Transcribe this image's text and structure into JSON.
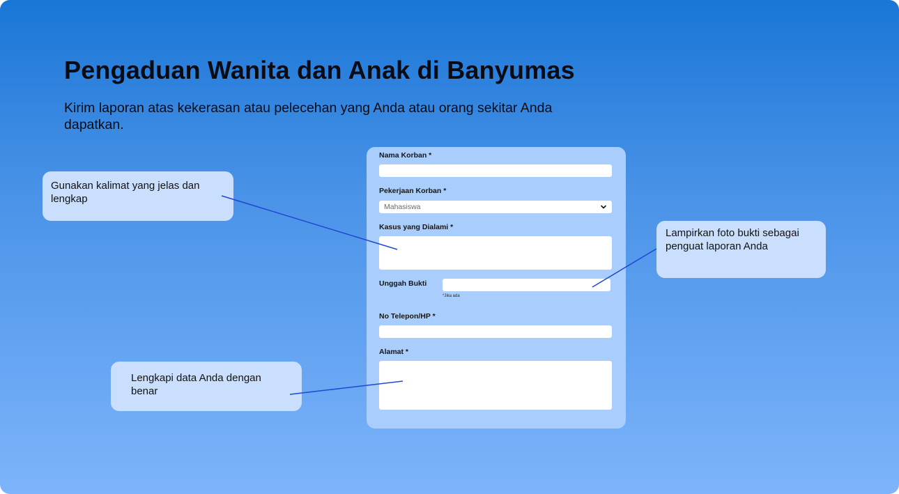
{
  "header": {
    "title": "Pengaduan Wanita dan Anak di Banyumas",
    "subtitle": "Kirim laporan atas kekerasan atau pelecehan yang Anda atau orang sekitar Anda dapatkan."
  },
  "form": {
    "nama_korban": {
      "label": "Nama Korban *",
      "value": ""
    },
    "pekerjaan_korban": {
      "label": "Pekerjaan Korban *",
      "selected": "Mahasiswa"
    },
    "kasus": {
      "label": "Kasus yang Dialami *",
      "value": ""
    },
    "unggah_bukti": {
      "label": "Unggah Bukti",
      "hint": "*Jika ada"
    },
    "telepon": {
      "label": "No Telepon/HP *",
      "value": ""
    },
    "alamat": {
      "label": "Alamat *",
      "value": ""
    }
  },
  "callouts": {
    "kalimat": "Gunakan kalimat yang jelas dan lengkap",
    "foto": "Lampirkan foto bukti sebagai penguat laporan Anda",
    "data": "Lengkapi data Anda dengan benar"
  },
  "colors": {
    "background_top": "#1a76d6",
    "background_bottom": "#7db4fb",
    "card": "#a9cdfc",
    "callout": "#c9dffd",
    "connector": "#1f47d1"
  }
}
